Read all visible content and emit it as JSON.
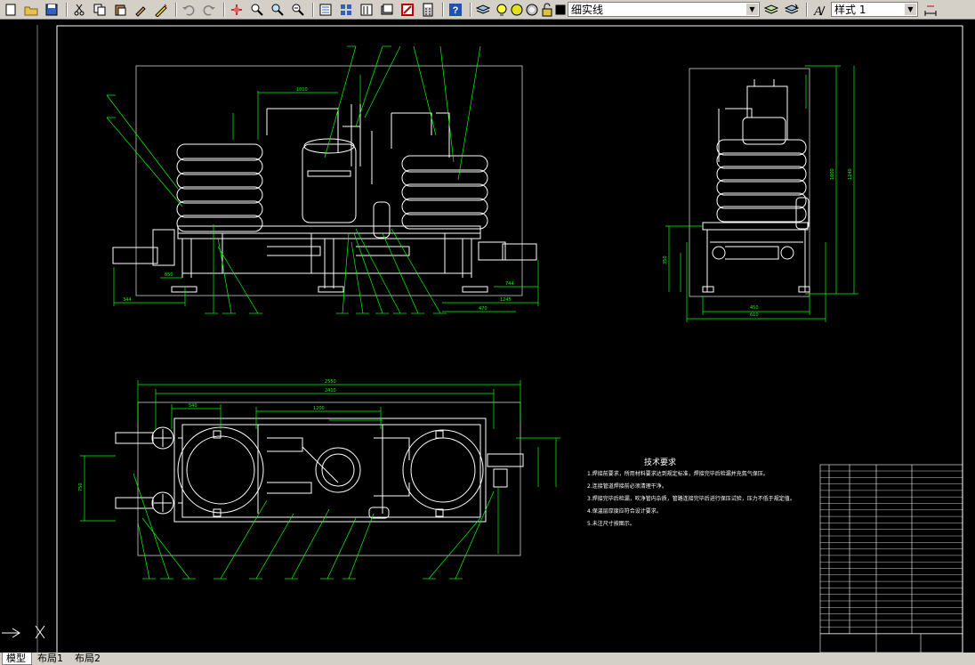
{
  "toolbar": {
    "linetype_value": "细实线",
    "textstyle_icon_label": "A",
    "textstyle_value": "样式 1"
  },
  "canvas": {
    "tech_title": "技术要求",
    "tech_notes": [
      "1.焊接前要求，所用材料要求达到规定标准，焊接完毕后检漏并充氮气保压。",
      "2.连接管道焊接前必须清理干净。",
      "3.焊接完毕后检漏，吹净管内杂质，管路连接完毕后进行保压试验，压力不低于规定值。",
      "4.保温层厚度应符合设计要求。",
      "5.未注尺寸按图示。"
    ]
  },
  "tabs": [
    {
      "label": "模型",
      "active": true
    },
    {
      "label": "布局1",
      "active": false
    },
    {
      "label": "布局2",
      "active": false
    }
  ]
}
